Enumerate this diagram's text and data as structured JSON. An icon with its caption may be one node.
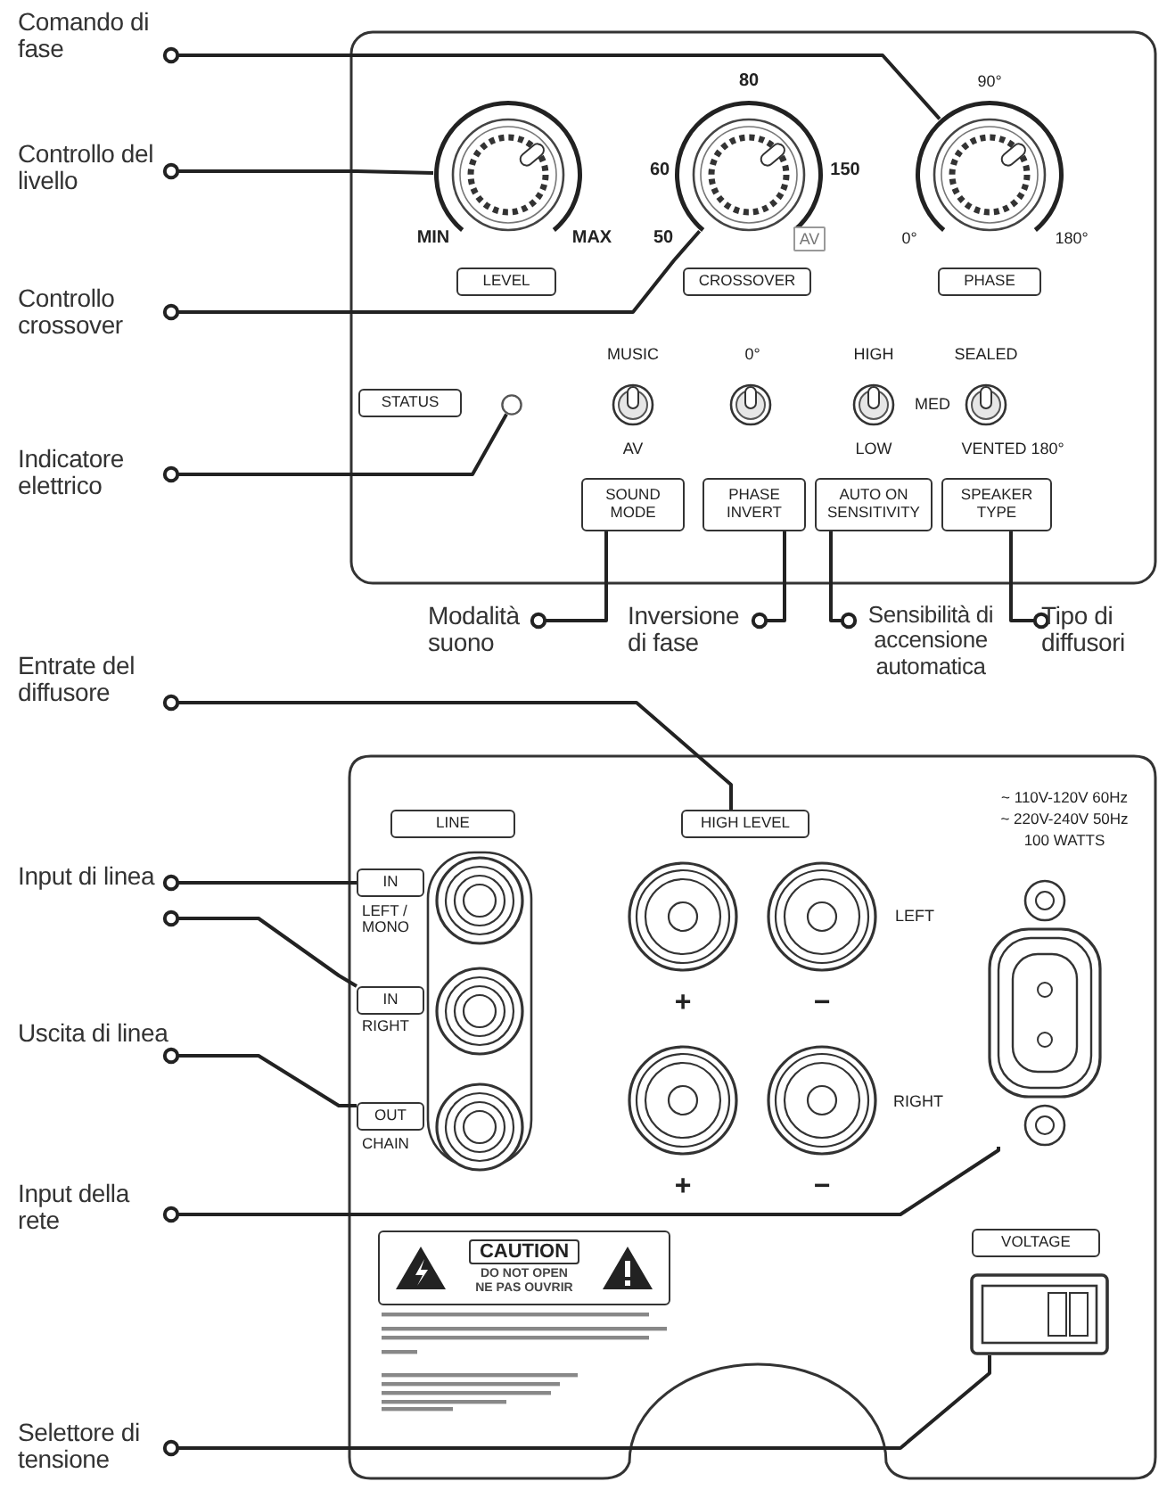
{
  "diagram": {
    "nodes": [
      {
        "text": [
          "Comando di fase"
        ]
      },
      {
        "text": [
          "Controllo del livello"
        ]
      },
      {
        "text": [
          "Controllo crossover"
        ]
      },
      {
        "text": [
          "Indicatore elettrico"
        ]
      },
      {
        "text": [
          "Modalità suono"
        ]
      },
      {
        "text": [
          "Inversione di fase"
        ]
      },
      {
        "text": [
          "Sensibilità di accensione automatica"
        ]
      },
      {
        "text": [
          "Tipo di diffusori"
        ]
      },
      {
        "text": [
          "Entrate del diffusore"
        ]
      },
      {
        "text": [
          "Input di linea"
        ]
      },
      {
        "text": [
          "Uscita di linea"
        ]
      },
      {
        "text": [
          "Input della rete"
        ]
      },
      {
        "text": [
          "Selettore di tensione"
        ]
      },
      {
        "text": [],
        "shape": "knob"
      },
      {
        "text": [],
        "shape": "knob"
      },
      {
        "text": [],
        "shape": "knob"
      },
      {
        "text": [],
        "shape": "circle"
      },
      {
        "text": [
          "SOUND MODE"
        ]
      },
      {
        "text": [
          "PHASE INVERT"
        ]
      },
      {
        "text": [
          "AUTO ON SENSITIVITY"
        ]
      },
      {
        "text": [
          "SPEAKER TYPE"
        ]
      },
      {
        "text": [
          "HIGH LEVEL"
        ]
      },
      {
        "text": [
          "IN"
        ]
      },
      {
        "text": [
          "IN"
        ]
      },
      {
        "text": [
          "OUT"
        ]
      },
      {
        "text": [],
        "shape": "socket"
      },
      {
        "text": [],
        "shape": "switch"
      },
      {
        "text": [
          "LEVEL"
        ]
      },
      {
        "text": [
          "CROSSOVER"
        ]
      },
      {
        "text": [
          "PHASE"
        ]
      },
      {
        "text": [
          "STATUS"
        ]
      },
      {
        "text": [
          "LINE"
        ]
      },
      {
        "text": [
          "AV"
        ]
      },
      {
        "text": [
          "CAUTION",
          "DO NOT OPEN",
          "NE PAS OUVRIR"
        ]
      },
      {
        "text": [
          "VOLTAGE"
        ]
      }
    ],
    "edges": [
      {
        "from": 0,
        "to": 15,
        "arrow": "other"
      },
      {
        "from": 1,
        "to": 13,
        "arrow": "other"
      },
      {
        "from": 2,
        "to": 14,
        "arrow": "other"
      },
      {
        "from": 3,
        "to": 16,
        "arrow": "other"
      },
      {
        "from": 4,
        "to": 17,
        "arrow": "other"
      },
      {
        "from": 5,
        "to": 18,
        "arrow": "other"
      },
      {
        "from": 6,
        "to": 19,
        "arrow": "other"
      },
      {
        "from": 7,
        "to": 20,
        "arrow": "other"
      },
      {
        "from": 8,
        "to": 21,
        "arrow": "other"
      },
      {
        "from": 9,
        "to": 22,
        "arrow": "other"
      },
      {
        "from": 9,
        "to": 23,
        "arrow": "other"
      },
      {
        "from": 10,
        "to": 24,
        "arrow": "other"
      },
      {
        "from": 11,
        "to": 25,
        "arrow": "other"
      },
      {
        "from": 12,
        "to": 26,
        "arrow": "other"
      }
    ],
    "labels": [
      "80",
      "90°",
      "60",
      "150",
      "MIN",
      "MAX",
      "50",
      "0°",
      "180°",
      "MUSIC",
      "0°",
      "HIGH",
      "SEALED",
      "MED",
      "AV",
      "LOW",
      "VENTED 180°",
      "LEFT / MONO",
      "RIGHT",
      "CHAIN",
      "~ 110V-120V 60Hz",
      "~ 220V-240V 50Hz",
      "100 WATTS",
      "+",
      "−",
      "LEFT",
      "+",
      "−",
      "RIGHT"
    ]
  }
}
